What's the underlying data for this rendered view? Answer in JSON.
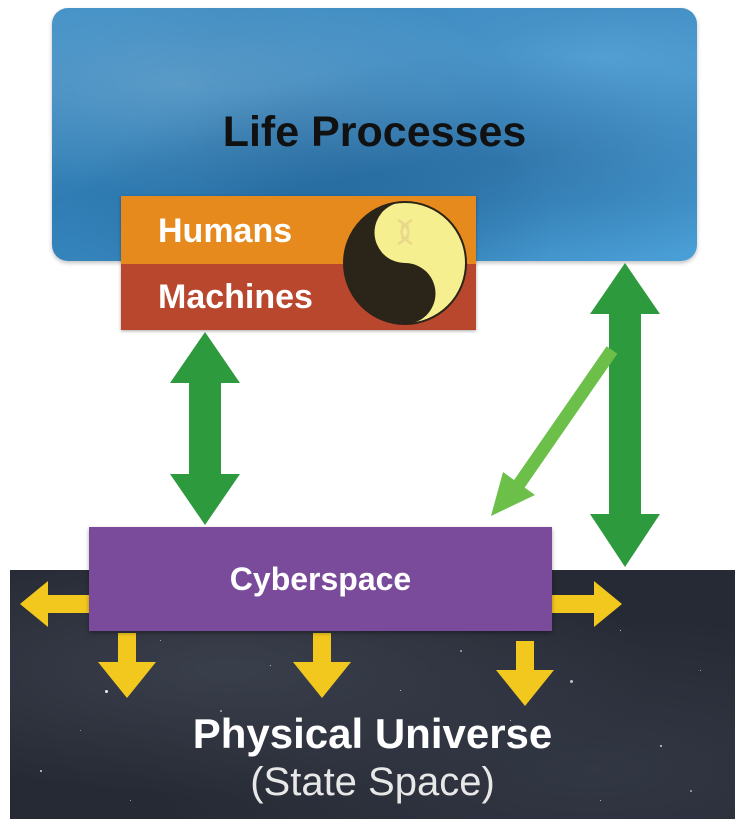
{
  "life_processes": {
    "title": "Life Processes"
  },
  "actors": {
    "humans_label": "Humans",
    "machines_label": "Machines",
    "symbol": "yin-yang-dna-power-icon"
  },
  "cyberspace": {
    "label": "Cyberspace"
  },
  "physical_universe": {
    "title": "Physical Universe",
    "subtitle": "(State Space)"
  },
  "colors": {
    "life_blue": "#3f8fc6",
    "humans_orange": "#e68a1e",
    "machines_red": "#b8472e",
    "cyberspace_purple": "#7a4b9a",
    "space_dark": "#262a34",
    "arrow_green": "#2e9a3e",
    "arrow_light_green": "#6cc04a",
    "arrow_yellow": "#f2c81e"
  }
}
